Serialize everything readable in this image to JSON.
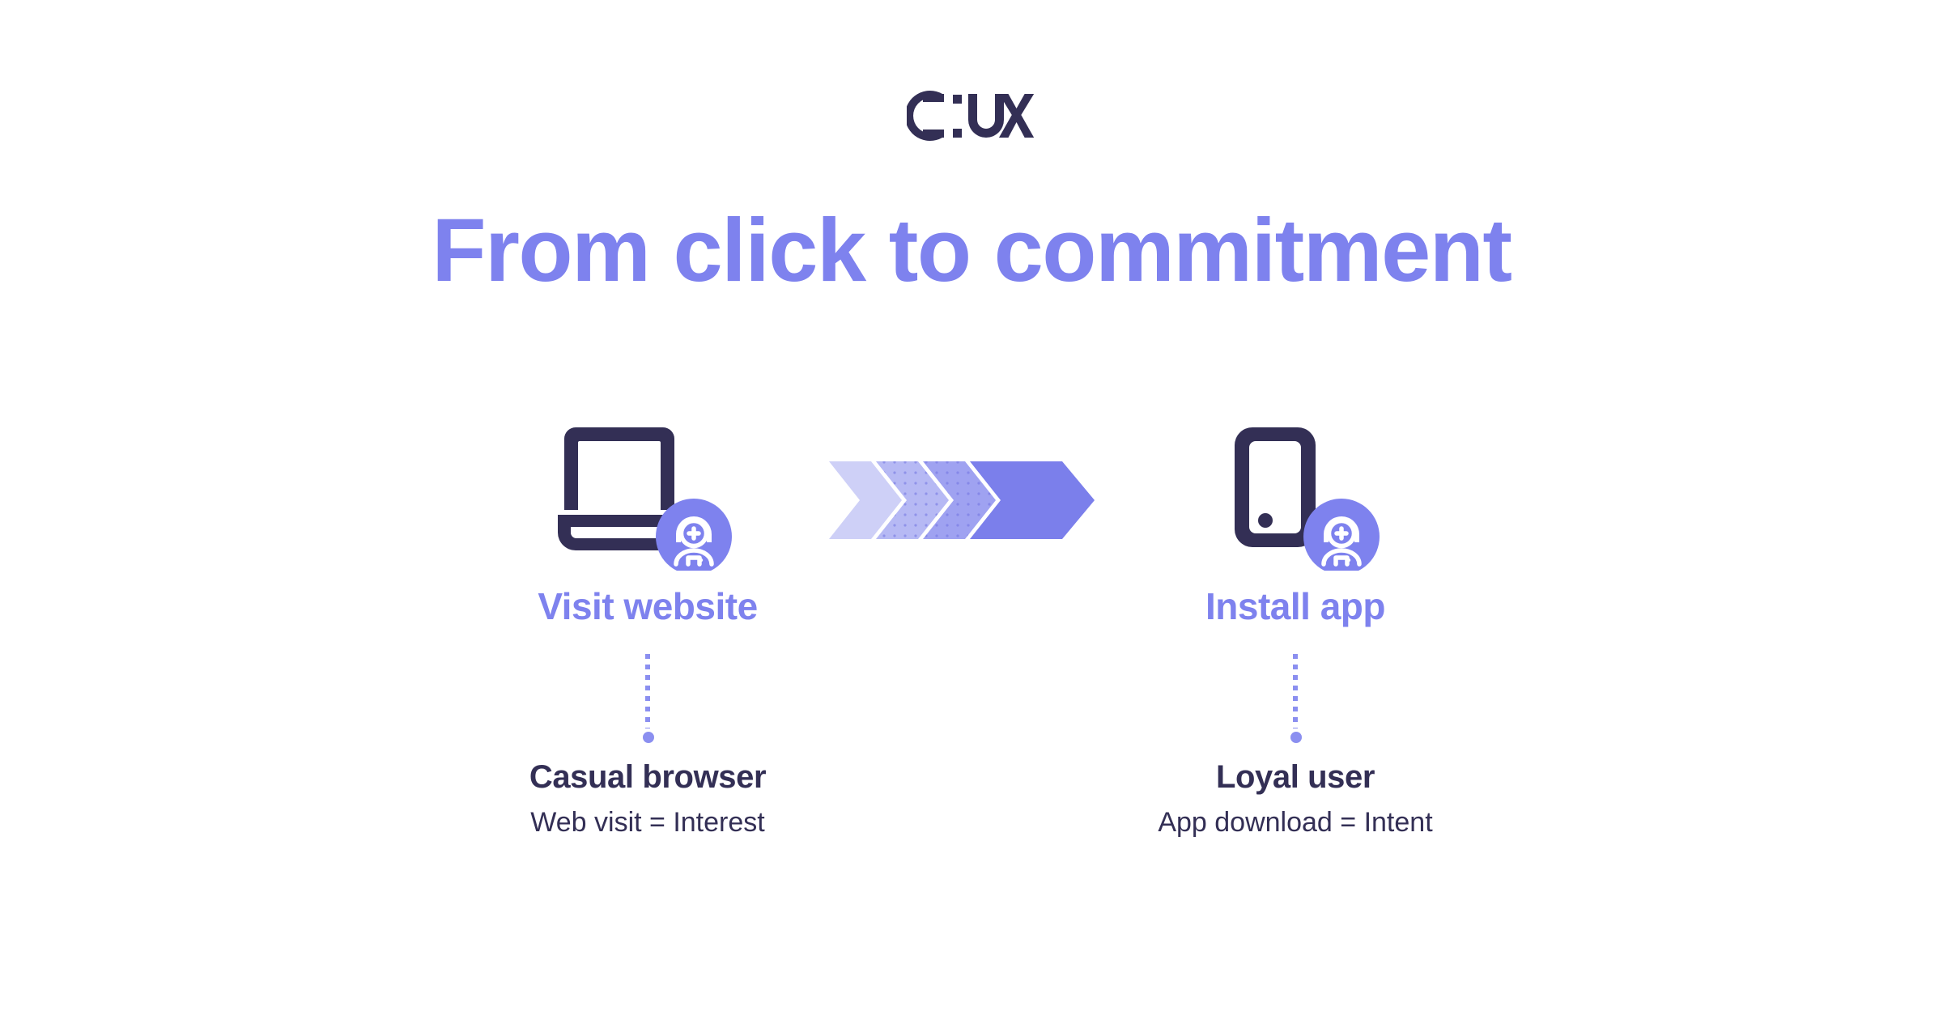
{
  "brand": {
    "logo_text": "C:UX",
    "logo_name": "cux-logo",
    "logo_color": "#332F55"
  },
  "headline": {
    "text": "From click to commitment",
    "color": "#7E82EE"
  },
  "colors": {
    "accent_purple": "#7E82EE",
    "dot_purple": "#8B8FF0",
    "dark_navy": "#332F55",
    "background": "#FFFFFF",
    "chevron_1": "#CED0F7",
    "chevron_2": "#B6B9F4",
    "chevron_3": "#9FA2F1",
    "chevron_4": "#7B7FEB"
  },
  "flow": {
    "arrow_name": "progress-chevron-arrow",
    "arrow_segments": 4,
    "steps": [
      {
        "id": "visit-website",
        "icon": "laptop-icon",
        "badge_icon": "user-add-badge-icon",
        "label": "Visit website",
        "title": "Casual browser",
        "subtitle": "Web visit = Interest"
      },
      {
        "id": "install-app",
        "icon": "mobile-phone-icon",
        "badge_icon": "user-add-badge-icon",
        "label": "Install app",
        "title": "Loyal user",
        "subtitle": "App download = Intent"
      }
    ]
  }
}
